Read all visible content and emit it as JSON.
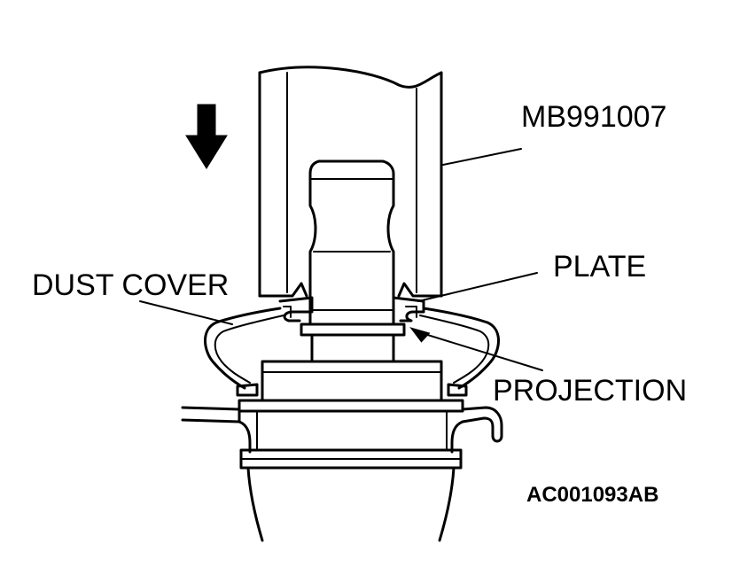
{
  "labels": {
    "tool": "MB991007",
    "plate": "PLATE",
    "dust_cover": "DUST COVER",
    "projection": "PROJECTION",
    "figure_code": "AC001093AB"
  },
  "icons": {
    "direction_arrow": "arrow-down-icon"
  },
  "colors": {
    "line": "#000000",
    "background": "#ffffff"
  }
}
